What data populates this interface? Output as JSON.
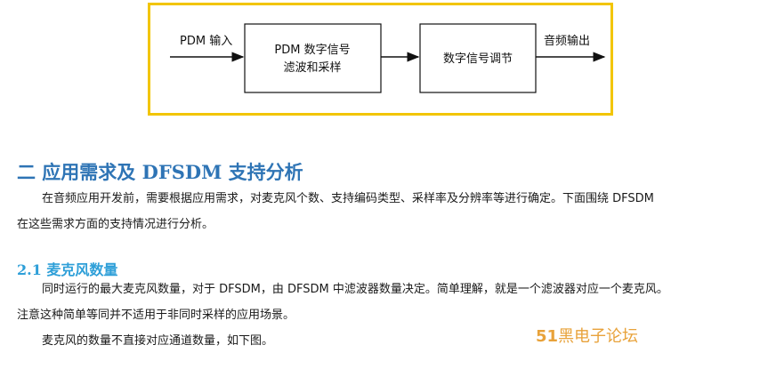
{
  "diagram": {
    "input_label": "PDM 输入",
    "block1_line1": "PDM 数字信号",
    "block1_line2": "滤波和采样",
    "block2_label": "数字信号调节",
    "output_label": "音频输出"
  },
  "section": {
    "heading": "二 应用需求及 DFSDM 支持分析",
    "intro_line1": "在音频应用开发前，需要根据应用需求，对麦克风个数、支持编码类型、采样率及分辨率等进行确定。下面围绕 DFSDM",
    "intro_line2": "在这些需求方面的支持情况进行分析。"
  },
  "subsection": {
    "heading": "2.1 麦克风数量",
    "para1_line1": "同时运行的最大麦克风数量，对于 DFSDM，由 DFSDM 中滤波器数量决定。简单理解，就是一个滤波器对应一个麦克风。",
    "para1_line2": "注意这种简单等同并不适用于非同时采样的应用场景。",
    "para2_line1": "麦克风的数量不直接对应通道数量，如下图。"
  },
  "watermark": {
    "number": "51",
    "text": "黑电子论坛"
  },
  "colors": {
    "frame_border": "#f2c500",
    "heading": "#2e74b5",
    "subheading": "#2e9fd8",
    "watermark": "#e8a23a"
  }
}
